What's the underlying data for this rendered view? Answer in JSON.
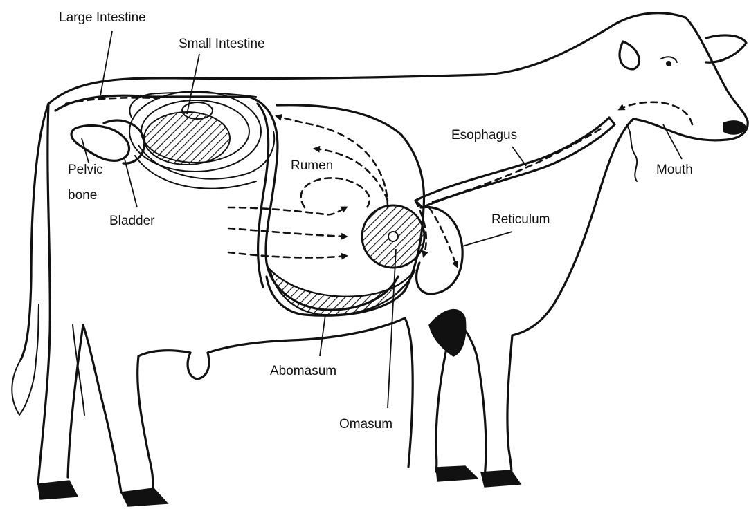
{
  "labels": {
    "large_intestine": "Large Intestine",
    "small_intestine": "Small Intestine",
    "esophagus": "Esophagus",
    "mouth": "Mouth",
    "rumen": "Rumen",
    "pelvic_bone_line1": "Pelvic",
    "pelvic_bone_line2": "bone",
    "bladder": "Bladder",
    "reticulum": "Reticulum",
    "abomasum": "Abomasum",
    "omasum": "Omasum"
  },
  "colors": {
    "ink": "#111111",
    "background": "#ffffff"
  }
}
